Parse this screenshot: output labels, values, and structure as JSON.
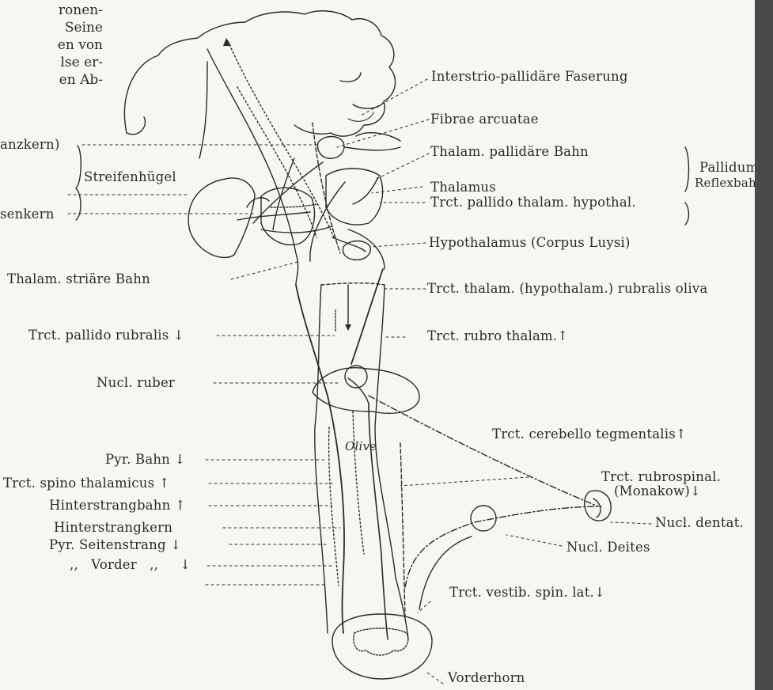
{
  "text_fragments": [
    "ronen-",
    "Seine",
    "en von",
    "lse er-",
    "en Ab-"
  ],
  "left_labels": {
    "kranzkern": "anzkern)",
    "streifenhugel": "Streifenhügel",
    "linsenkern": "senkern",
    "thalam_striare": "Thalam. striäre Bahn",
    "pallido_rubralis": "Trct. pallido rubralis ↓",
    "nucl_ruber": "Nucl. ruber",
    "pyr_bahn": "Pyr. Bahn ↓",
    "spino_thalamicus": "Trct. spino thalamicus ↑",
    "hinterstrangbahn": "Hinterstrangbahn ↑",
    "hinterstrangkern": "Hinterstrangkern",
    "pyr_seitenstrang": "Pyr. Seitenstrang ↓",
    "vorder": ",,   Vorder   ,,     ↓"
  },
  "right_labels": {
    "interstrio": "Interstrio-pallidäre Faserung",
    "fibrae_arcuatae": "Fibrae arcuatae",
    "thalam_pallidare": "Thalam. pallidäre Bahn",
    "thalamus": "Thalamus",
    "pallido_thalam_hypothal": "Trct. pallido thalam. hypothal.",
    "pallidum": "Pallidum",
    "reflexbahn": "Reflexbah",
    "hypothalamus": "Hypothalamus (Corpus Luysi)",
    "thalam_rubralis": "Trct. thalam. (hypothalam.) rubralis oliva",
    "rubro_thalam": "Trct. rubro thalam.↑",
    "cerebello": "Trct. cerebello tegmentalis↑",
    "rubrospinal": "Trct. rubrospinal.",
    "monakow": "(Monakow)↓",
    "nucl_dentat": "Nucl. dentat.",
    "nucl_deites": "Nucl. Deites",
    "vestib": "Trct. vestib. spin. lat.↓",
    "vorderhorn": "Vorderhorn"
  },
  "inline_labels": {
    "olive": "Olive"
  }
}
